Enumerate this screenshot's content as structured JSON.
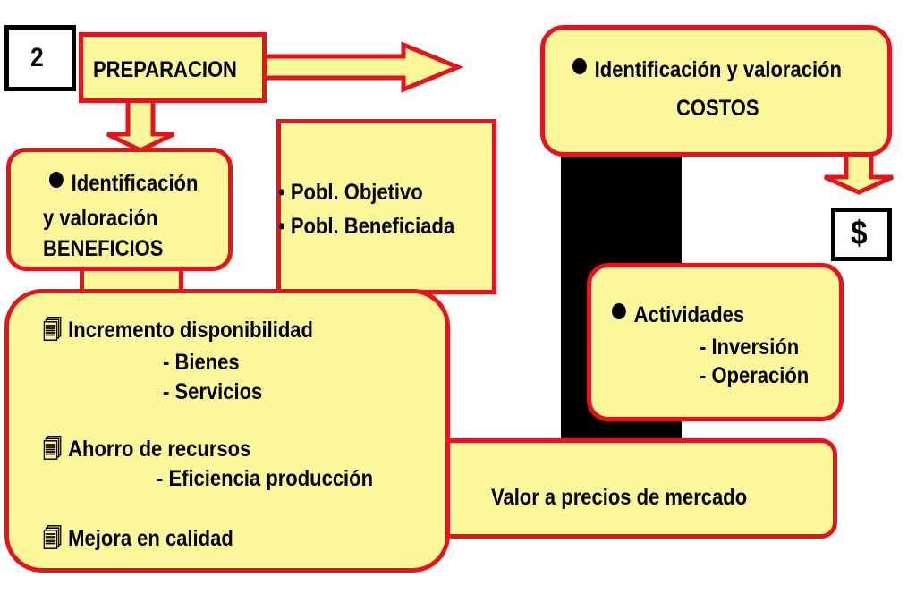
{
  "slide_number": "2",
  "preparacion_label": "PREPARACION",
  "beneficios": {
    "line1": "Identificación",
    "line2": "y valoración",
    "line3": "BENEFICIOS"
  },
  "poblacion": {
    "item1": "• Pobl. Objetivo",
    "item2": "• Pobl. Beneficiada"
  },
  "costos": {
    "line1": "Identificación y valoración",
    "line2": "COSTOS"
  },
  "dollar_label": "$",
  "actividades": {
    "title": "Actividades",
    "sub1": "- Inversión",
    "sub2": "- Operación"
  },
  "benefits_list": {
    "item1": "Incremento disponibilidad",
    "item1_sub1": "- Bienes",
    "item1_sub2": "- Servicios",
    "item2": "Ahorro de  recursos",
    "item2_sub1": "- Eficiencia producción",
    "item3": "Mejora en calidad",
    "doc_icon": "🗐"
  },
  "valor_label": "Valor a precios de mercado",
  "colors": {
    "fill": "#fdf79b",
    "border": "#e8121b",
    "bar": "#000000"
  },
  "icons": [
    "document-stack-icon",
    "bullet-dot-icon",
    "arrow-right-icon",
    "arrow-down-icon"
  ]
}
